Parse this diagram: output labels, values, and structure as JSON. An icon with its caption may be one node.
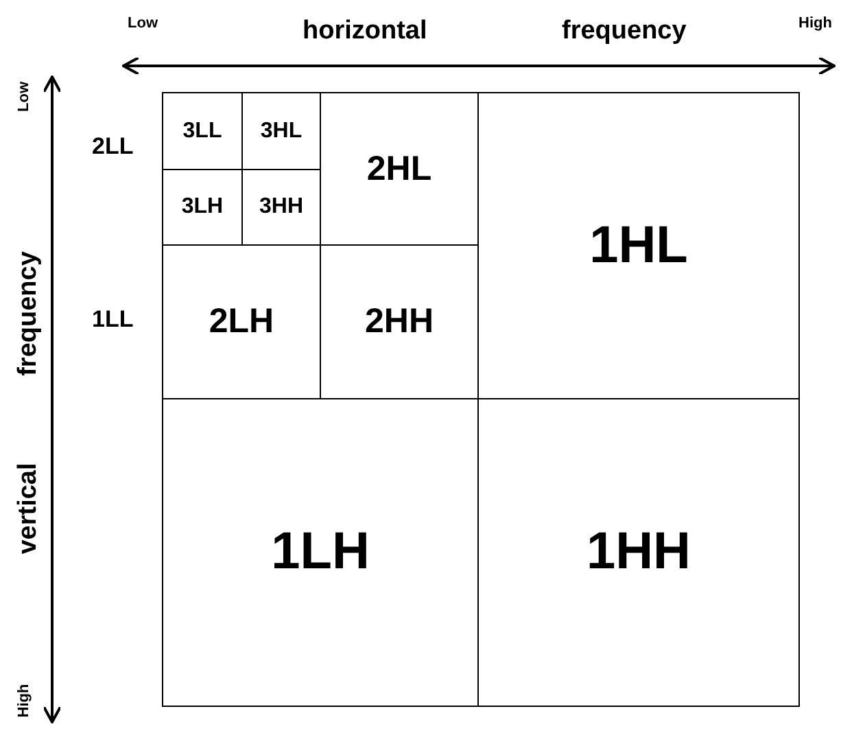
{
  "diagram": {
    "nodes": [
      {
        "text": [
          "3LL"
        ]
      },
      {
        "text": [
          "3HL"
        ]
      },
      {
        "text": [
          "2HL"
        ]
      },
      {
        "text": [
          "1HL"
        ]
      },
      {
        "text": [
          "3LH"
        ]
      },
      {
        "text": [
          "3HH"
        ]
      },
      {
        "text": [
          "2LH"
        ]
      },
      {
        "text": [
          "2HH"
        ]
      },
      {
        "text": [
          "1LH"
        ]
      },
      {
        "text": [
          "1HH"
        ]
      }
    ],
    "edges": [],
    "labels": [
      "Low",
      "horizontal",
      "frequency",
      "High",
      "Low",
      "2LL",
      "frequency",
      "1LL",
      "vertical",
      "High"
    ]
  }
}
